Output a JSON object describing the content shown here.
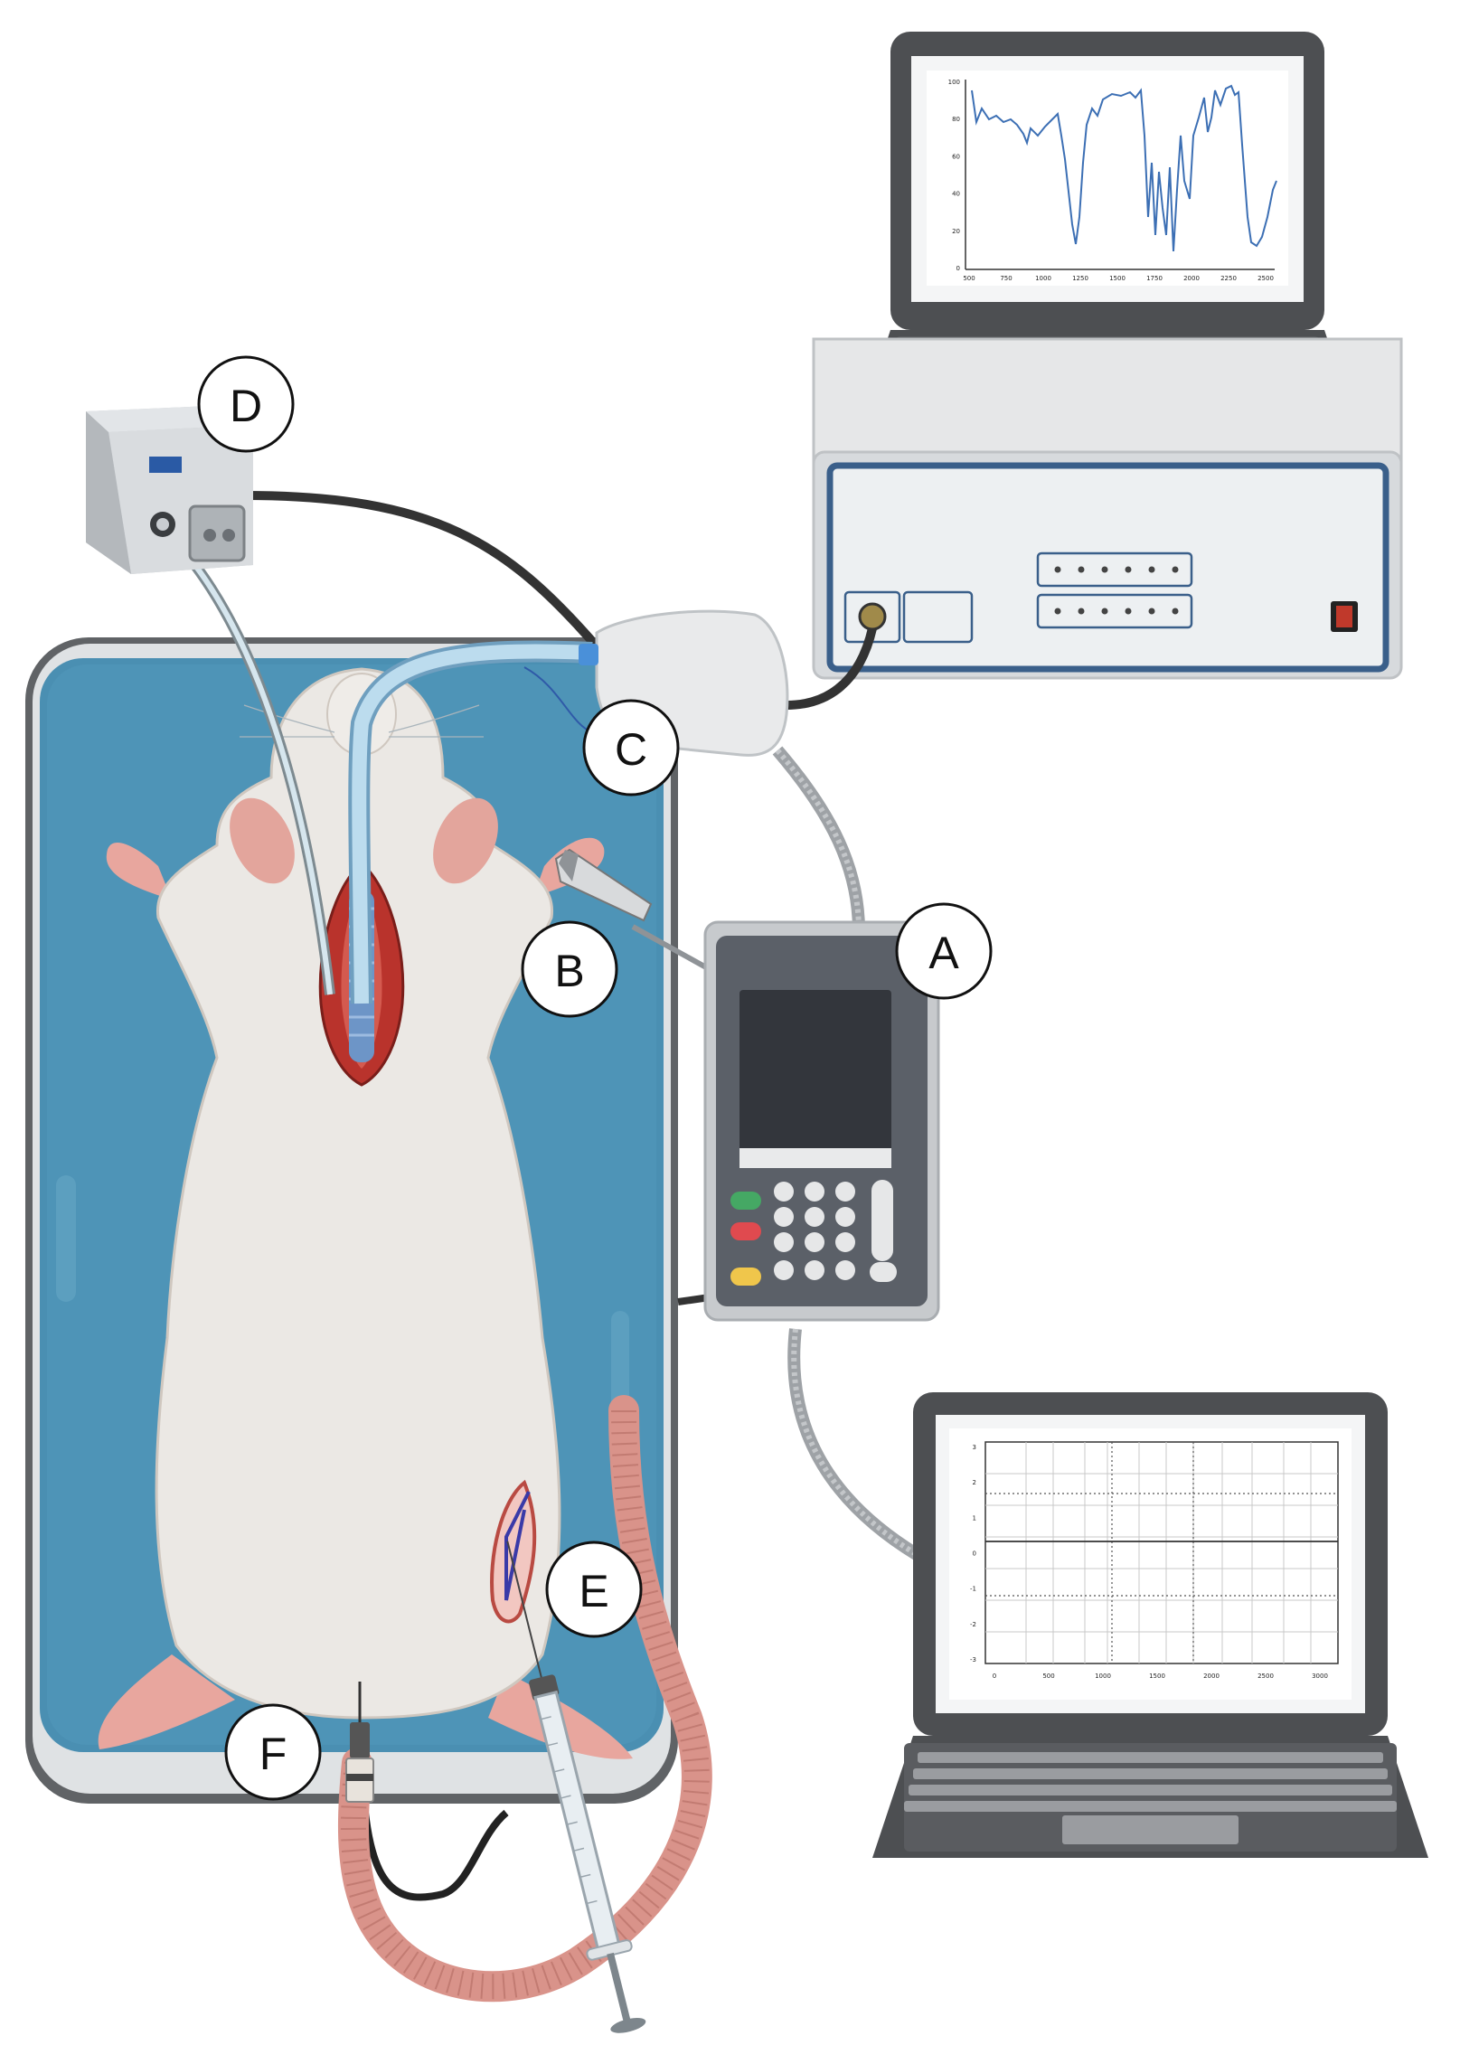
{
  "labels": {
    "a": "A",
    "b": "B",
    "c": "C",
    "d": "D",
    "e": "E",
    "f": "F"
  },
  "top_laptop_plot": {
    "yticks": [
      "100",
      "80",
      "60",
      "40",
      "20",
      "0"
    ],
    "xticks": [
      "500",
      "750",
      "1000",
      "1250",
      "1500",
      "1750",
      "2000",
      "2250",
      "2500"
    ]
  },
  "bottom_laptop_plot": {
    "yticks": [
      "3",
      "2",
      "1",
      "0",
      "-1",
      "-2",
      "-3"
    ],
    "xticks": [
      "0",
      "500",
      "1000",
      "1500",
      "2000",
      "2500",
      "3000"
    ]
  },
  "colors": {
    "tray_blue": "#4a8fb2",
    "rat_body": "#ebe8e4",
    "tube_blue": "#a9cfe6",
    "device_gray": "#5b6068",
    "laptop_dark": "#4d4f52",
    "plot_line": "#3c6fb4",
    "tail_pink": "#d9938a",
    "cable": "#333333"
  }
}
